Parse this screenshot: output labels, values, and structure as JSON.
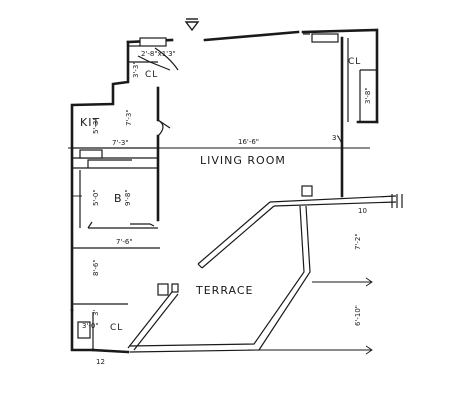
{
  "north_marker": "north-arrow-icon",
  "rooms": {
    "living": "LIVING ROOM",
    "kitchen": "KIT",
    "bedroom": "B",
    "terrace": "TERRACE",
    "closet_top": "CL",
    "closet_right": "CL",
    "closet_bottom": "CL"
  },
  "dimensions": {
    "top_closet_w": "2'-8\"x1'3\"",
    "top_closet_h": "3'-3\"",
    "kit_w": "5'-3\"",
    "kit_h": "7'-3\"",
    "kit_w_below": "7'-3\"",
    "living_w": "16'-6\"",
    "living_side": "3'",
    "right_closet_h": "3'-8\"",
    "bed_w": "5'-0\"",
    "bed_h": "9'-8\"",
    "bed_w_below": "7'-6\"",
    "lower_h": "8'-6\"",
    "right_tick": "10",
    "right_h": "7'-2\"",
    "right_lower_h": "6'-10\"",
    "bottom_closet_h": "3'",
    "bottom_closet_w": "3'-0\"",
    "bottom_mark": "12"
  }
}
